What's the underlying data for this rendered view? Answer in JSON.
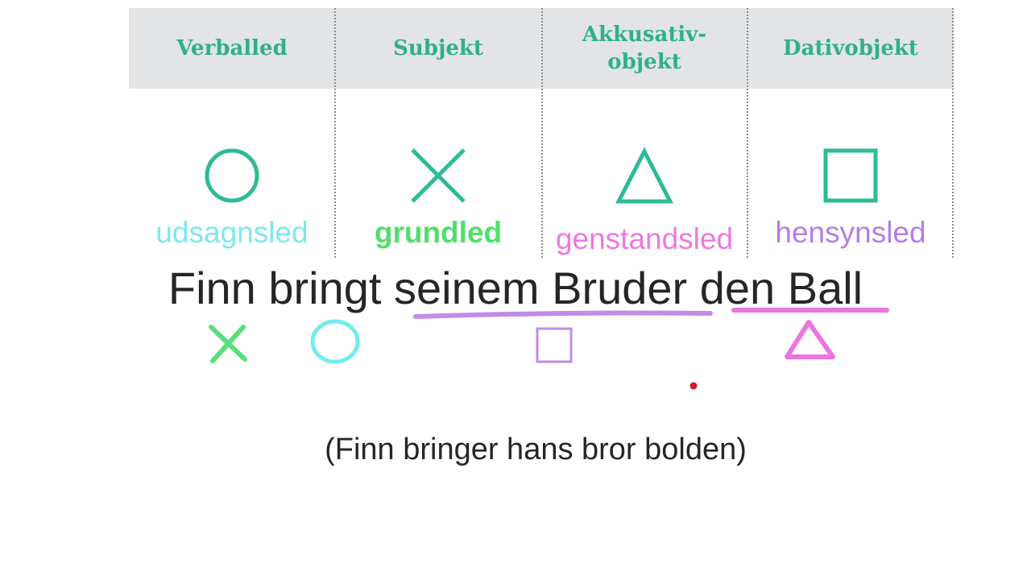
{
  "columns": [
    {
      "header": "Verballed",
      "term": "udsagnsled",
      "symbol": "circle-icon",
      "term_color": "#7ee8ee"
    },
    {
      "header": "Subjekt",
      "term": "grundled",
      "symbol": "cross-icon",
      "term_color": "#4fe06a"
    },
    {
      "header": "Akkusativ-\nobjekt",
      "term": "genstandsled",
      "symbol": "triangle-icon",
      "term_color": "#ec7adf"
    },
    {
      "header": "Dativobjekt",
      "term": "hensynsled",
      "symbol": "square-icon",
      "term_color": "#b77ce6"
    }
  ],
  "colors": {
    "header_text": "#2fb08a",
    "symbol_stroke": "#2dbb96",
    "header_band": "#e2e4e6",
    "subject_mark": "#56e07a",
    "verb_mark": "#72ecec",
    "dative_mark": "#c18ce6",
    "accusative_mark": "#ee74de",
    "dot": "#d11a2a"
  },
  "sentence": {
    "word_finn": "Finn",
    "word_bringt": "bringt",
    "dative_phrase": "seinem Bruder",
    "accusative_phrase": "den Ball"
  },
  "annotations": [
    {
      "word": "Finn",
      "symbol": "cross-icon"
    },
    {
      "word": "bringt",
      "symbol": "circle-icon"
    },
    {
      "word": "seinem Bruder",
      "symbol": "square-icon"
    },
    {
      "word": "den Ball",
      "symbol": "triangle-icon"
    }
  ],
  "translation": "(Finn bringer hans bror bolden)"
}
